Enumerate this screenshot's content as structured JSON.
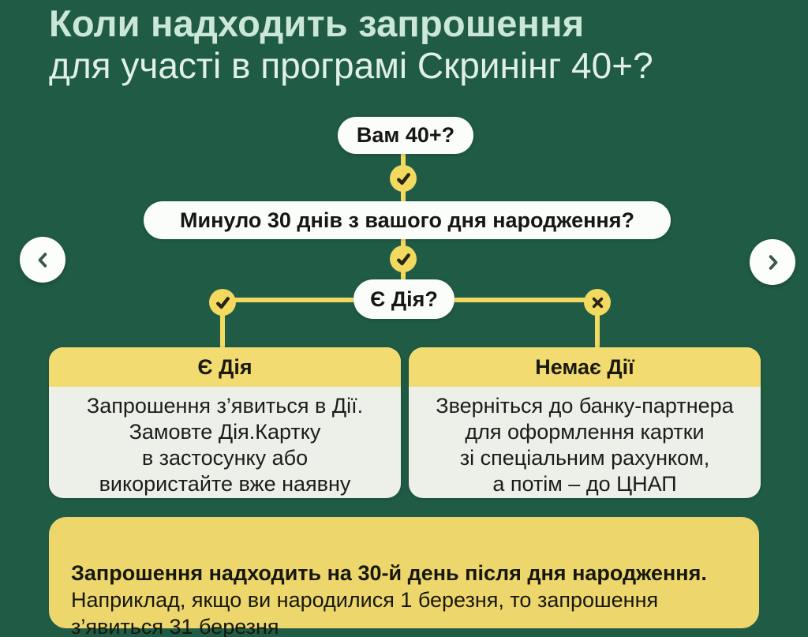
{
  "title": {
    "line1": "Коли надходить запрошення",
    "line2": "для участі в програмі Скринінг 40+?"
  },
  "flowchart": {
    "question1": "Вам 40+?",
    "question2": "Минуло 30 днів з вашого дня народження?",
    "question3": "Є Дія?",
    "yes_card": {
      "header": "Є Дія",
      "body": "Запрошення з’явиться в Дії.\nЗамовте Дія.Картку\nв застосунку або\nвикористайте вже наявну"
    },
    "no_card": {
      "header": "Немає Дії",
      "body": "Зверніться до банку-партнера\nдля оформлення картки\nзі спеціальним рахунком,\nа потім – до ЦНАП"
    }
  },
  "note": {
    "bold": "Запрошення надходить на 30-й день після дня народження.",
    "text": "Наприклад, якщо ви народилися 1 березня, то запрошення\nз’явиться 31 березня"
  },
  "icons": {
    "check": "✓",
    "cross": "✕",
    "prev": "‹",
    "next": "›"
  },
  "colors": {
    "background": "#1F5B45",
    "accent_yellow": "#F2DA60",
    "card_header_yellow": "#F2DC72",
    "note_yellow": "#EDD76C",
    "card_body": "#EDEFE9",
    "pill_white": "#FBFDFA",
    "title_mint": "#CBE7D7",
    "glyph_dark": "#2A2414"
  }
}
